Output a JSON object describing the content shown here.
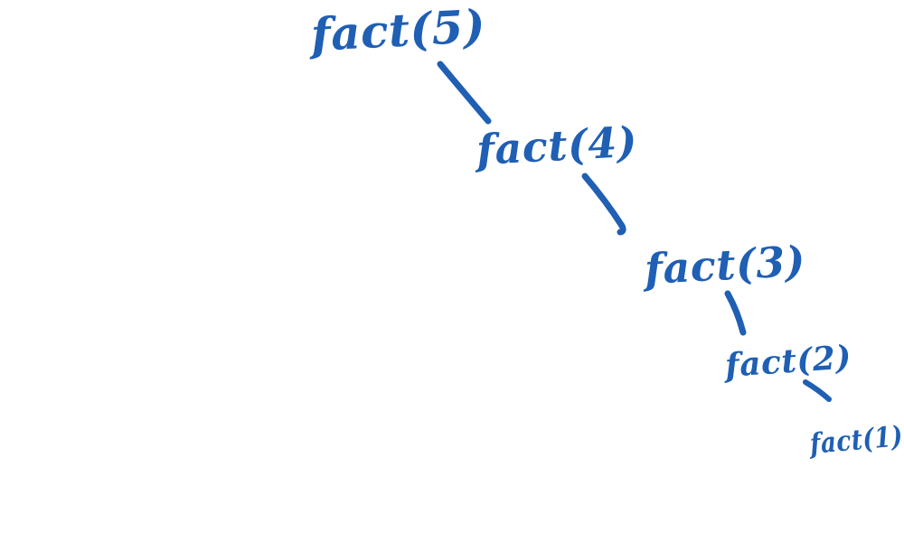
{
  "colors": {
    "ink": "#1f5fb4",
    "background": "#ffffff"
  },
  "nodes": [
    {
      "label": "fact(5)"
    },
    {
      "label": "fact(4)"
    },
    {
      "label": "fact(3)"
    },
    {
      "label": "fact(2)"
    },
    {
      "label": "fact(1)"
    }
  ],
  "edges": [
    {
      "from": "fact(5)",
      "to": "fact(4)"
    },
    {
      "from": "fact(4)",
      "to": "fact(3)"
    },
    {
      "from": "fact(3)",
      "to": "fact(2)"
    },
    {
      "from": "fact(2)",
      "to": "fact(1)"
    }
  ]
}
